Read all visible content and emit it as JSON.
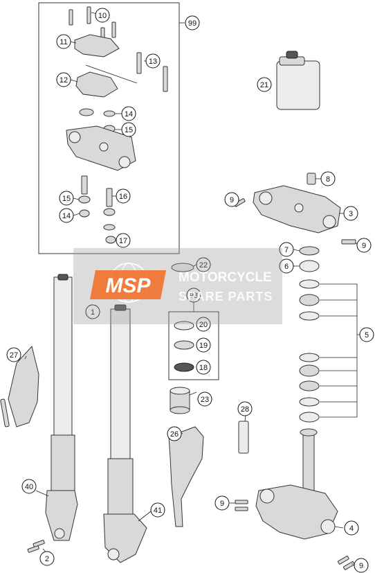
{
  "callouts": {
    "c1": "1",
    "c2": "2",
    "c3": "3",
    "c4": "4",
    "c5": "5",
    "c6": "6",
    "c7": "7",
    "c8": "8",
    "c9a": "9",
    "c9b": "9",
    "c9c": "9",
    "c9d": "9",
    "c10": "10",
    "c11": "11",
    "c12": "12",
    "c13": "13",
    "c14a": "14",
    "c14b": "14",
    "c15a": "15",
    "c15b": "15",
    "c16": "16",
    "c17": "17",
    "c18": "18",
    "c19": "19",
    "c20": "20",
    "c21": "21",
    "c22": "22",
    "c23": "23",
    "c26": "26",
    "c27": "27",
    "c28": "28",
    "c40": "40",
    "c41": "41",
    "c98": "98",
    "c99": "99"
  },
  "watermark": {
    "logo": "MSP",
    "line1": "MOTORCYCLE",
    "line2": "SPARE PARTS"
  },
  "colors": {
    "logo_orange": "#f26a21",
    "watermark_gray": "#9a9a9a"
  }
}
